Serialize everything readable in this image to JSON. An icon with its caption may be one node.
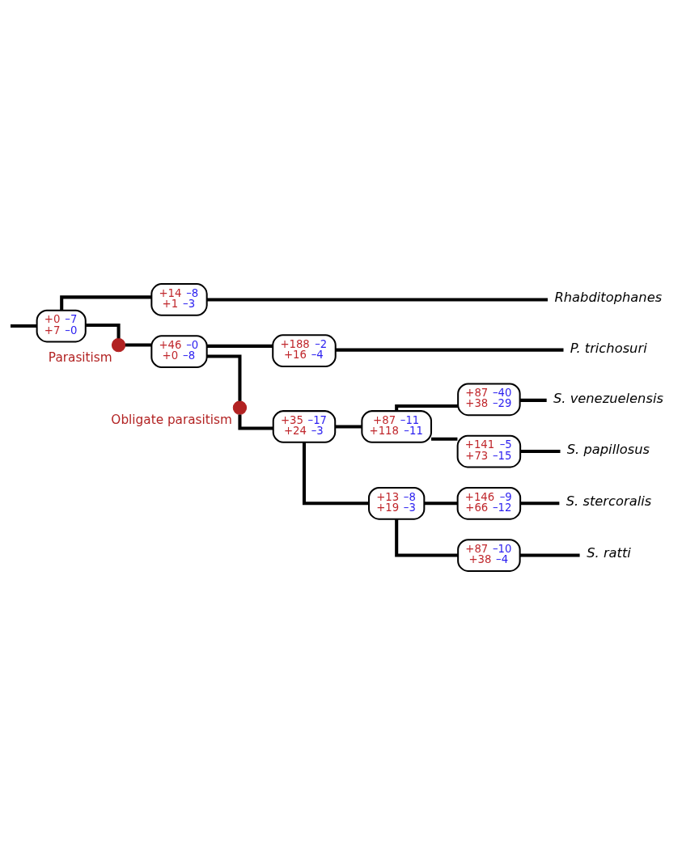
{
  "diagram": {
    "nodes": [
      {
        "text": [
          "+14 –8",
          "+1 –3"
        ]
      },
      {
        "text": [
          "Rhabditophanes"
        ]
      },
      {
        "text": [
          "+0 –7",
          "+7 –0"
        ]
      },
      {
        "text": [
          "+188 –2",
          "+16 –4"
        ]
      },
      {
        "text": [
          "P. trichosuri"
        ]
      },
      {
        "text": [
          "+87 –40",
          "+38 –29"
        ]
      },
      {
        "text": [
          "S. venezuelensis"
        ]
      },
      {
        "text": [],
        "shape": "circle",
        "beside": [
          "Parasitism"
        ]
      },
      {
        "text": [
          "+46 –0",
          "+0 –8"
        ]
      },
      {
        "text": [
          "+87 –11",
          "+118 –11"
        ]
      },
      {
        "text": [
          "+141 –5",
          "+73 –15"
        ]
      },
      {
        "text": [
          "S. papillosus"
        ]
      },
      {
        "text": [],
        "shape": "circle",
        "beside": [
          "Obligate parasitism"
        ]
      },
      {
        "text": [
          "+35 –17",
          "+24 –3"
        ]
      },
      {
        "text": [
          "+146 –9",
          "+66 –12"
        ]
      },
      {
        "text": [
          "S. stercoralis"
        ]
      },
      {
        "text": [
          "+13 –8",
          "+19 –3"
        ]
      },
      {
        "text": [
          "+87 –10",
          "+38 –4"
        ]
      },
      {
        "text": [
          "S. ratti"
        ]
      }
    ],
    "edges": [
      {
        "from": null,
        "to": 2,
        "arrow": "none"
      },
      {
        "from": 2,
        "to": 0,
        "arrow": "none"
      },
      {
        "from": 0,
        "to": 1,
        "arrow": "none"
      },
      {
        "from": 2,
        "to": 7,
        "arrow": "none"
      },
      {
        "from": 7,
        "to": 8,
        "arrow": "none"
      },
      {
        "from": 8,
        "to": 3,
        "arrow": "none"
      },
      {
        "from": 3,
        "to": 4,
        "arrow": "none"
      },
      {
        "from": 8,
        "to": 12,
        "arrow": "none"
      },
      {
        "from": 12,
        "to": 13,
        "arrow": "none"
      },
      {
        "from": 13,
        "to": 9,
        "arrow": "none"
      },
      {
        "from": 9,
        "to": 5,
        "arrow": "none"
      },
      {
        "from": 5,
        "to": 6,
        "arrow": "none"
      },
      {
        "from": 9,
        "to": 10,
        "arrow": "none"
      },
      {
        "from": 10,
        "to": 11,
        "arrow": "none"
      },
      {
        "from": 13,
        "to": 16,
        "arrow": "none"
      },
      {
        "from": 16,
        "to": 14,
        "arrow": "none"
      },
      {
        "from": 14,
        "to": 15,
        "arrow": "none"
      },
      {
        "from": 16,
        "to": 17,
        "arrow": "none"
      },
      {
        "from": 17,
        "to": 18,
        "arrow": "none"
      }
    ]
  }
}
